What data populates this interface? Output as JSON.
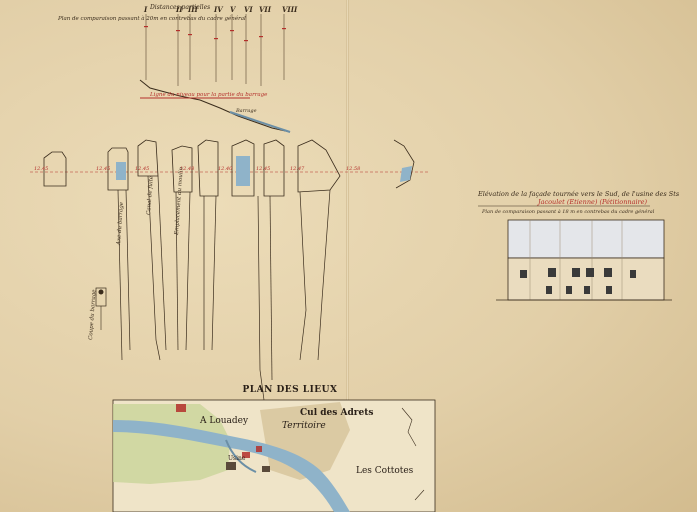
{
  "plan": {
    "header_line1": "Distances partielles",
    "header_line2": "Plan de comparaison passant à 20m en contrebas du cadre général",
    "section_numbers": [
      "I",
      "II",
      "III",
      "IV",
      "V",
      "VI",
      "VII",
      "VIII"
    ],
    "red_label": "Ligne du niveau pour la partie du barrage",
    "barrage_label": "Barrage",
    "profile_labels": [
      "Axe du barrage",
      "Canal de fuite",
      "Emplacement du moulin",
      "Coupe du barrage"
    ]
  },
  "elevation": {
    "title": "Elévation de la façade tournée vers le Sud, de l'usine des Sts",
    "subtitle": "Jacoulet (Etienne) (Pétitionnaire)",
    "scale_note": "Plan de comparaison passant à 18 m en contrebas du cadre général"
  },
  "map": {
    "title": "PLAN DES LIEUX",
    "labels": {
      "adrets": "Cul des Adrets",
      "territoire": "Territoire",
      "louadey": "A Louadey",
      "cottotes": "Les Cottotes",
      "usine": "Usine"
    }
  },
  "colors": {
    "paper": "#e2cfa8",
    "ink": "#3a2c1c",
    "red_ink": "#b4302b",
    "water": "#8fb3c9",
    "meadow": "#c9d49a"
  }
}
